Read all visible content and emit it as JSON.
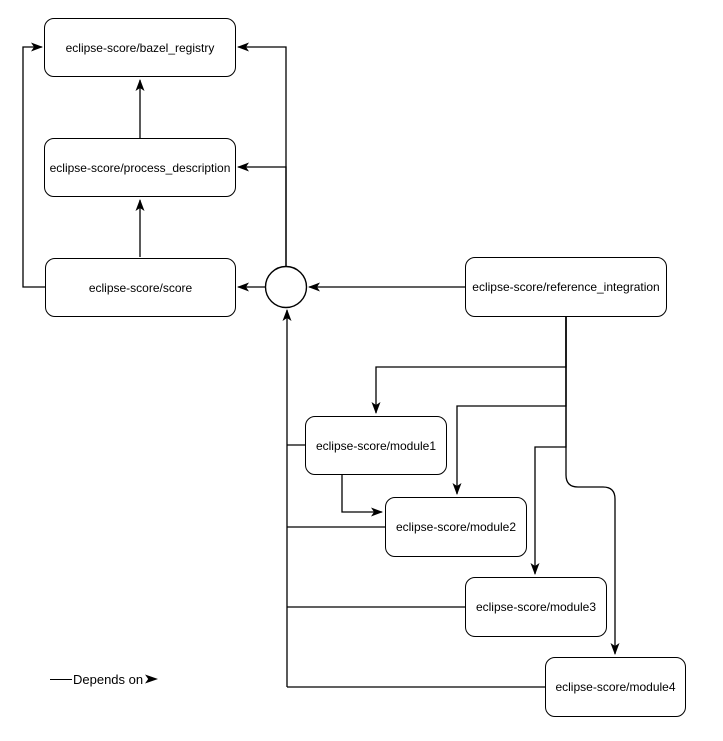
{
  "diagram": {
    "type": "dependency-graph",
    "colors": {
      "background": "#ffffff",
      "stroke": "#000000",
      "node_fill": "#ffffff",
      "text": "#000000"
    },
    "nodes": [
      {
        "id": "bazel_registry",
        "label": "eclipse-score/bazel_registry"
      },
      {
        "id": "process_description",
        "label": "eclipse-score/process_description"
      },
      {
        "id": "score",
        "label": "eclipse-score/score"
      },
      {
        "id": "reference_integration",
        "label": "eclipse-score/reference_integration"
      },
      {
        "id": "module1",
        "label": "eclipse-score/module1"
      },
      {
        "id": "module2",
        "label": "eclipse-score/module2"
      },
      {
        "id": "module3",
        "label": "eclipse-score/module3"
      },
      {
        "id": "module4",
        "label": "eclipse-score/module4"
      }
    ],
    "junction": {
      "id": "junction",
      "type": "merge-point-circle",
      "label": ""
    },
    "edges": [
      {
        "from": "score",
        "to": "process_description"
      },
      {
        "from": "process_description",
        "to": "bazel_registry"
      },
      {
        "from": "score",
        "to": "bazel_registry"
      },
      {
        "from": "junction",
        "to": "score"
      },
      {
        "from": "junction",
        "to": "process_description"
      },
      {
        "from": "junction",
        "to": "bazel_registry"
      },
      {
        "from": "reference_integration",
        "to": "junction"
      },
      {
        "from": "module1",
        "to": "junction"
      },
      {
        "from": "module2",
        "to": "junction"
      },
      {
        "from": "module3",
        "to": "junction"
      },
      {
        "from": "module4",
        "to": "junction"
      },
      {
        "from": "reference_integration",
        "to": "module1"
      },
      {
        "from": "reference_integration",
        "to": "module2"
      },
      {
        "from": "reference_integration",
        "to": "module3"
      },
      {
        "from": "reference_integration",
        "to": "module4"
      },
      {
        "from": "module1",
        "to": "module2"
      }
    ],
    "legend": {
      "label": "Depends on"
    }
  }
}
